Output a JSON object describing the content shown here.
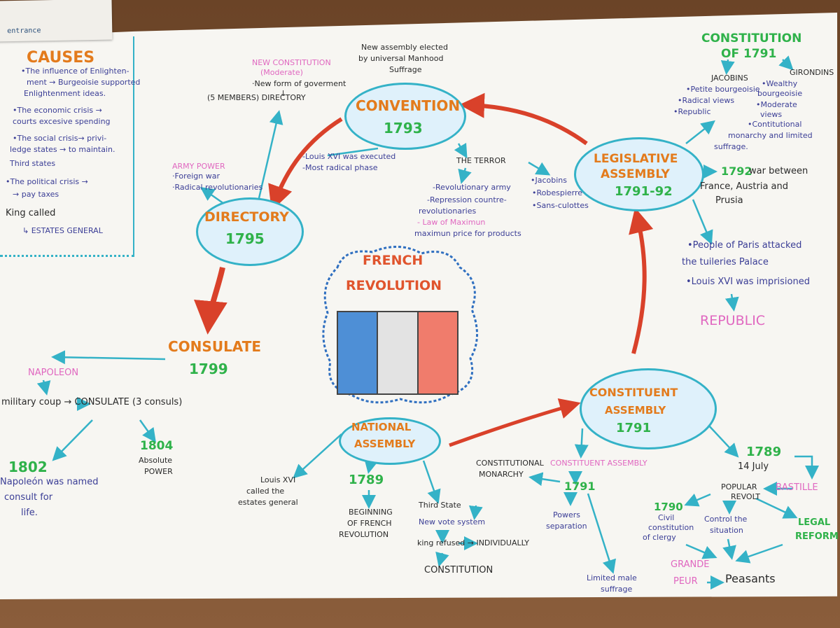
{
  "scrap": {
    "text": "entrance"
  },
  "causes": {
    "title": "CAUSES",
    "lines": [
      "•The influence of Enlighten-",
      "ment → Burgeoisie supported",
      "Enlightenment ideas.",
      "•The economic crisis →",
      "courts excesive spending",
      "•The social crisis→ privi-",
      "ledge states → to maintain.",
      "Third states",
      "•The political crisis →",
      "→ pay taxes",
      "King called",
      "↳ ESTATES GENERAL"
    ]
  },
  "center": {
    "title1": "FRENCH",
    "title2": "REVOLUTION"
  },
  "flag": {
    "colors": [
      "#4e8fd6",
      "#e3e3e3",
      "#f07c6c"
    ]
  },
  "convention": {
    "title": "CONVENTION",
    "year": "1793",
    "note": [
      "New assembly elected",
      "by universal Manhood",
      "Suffrage"
    ],
    "facts": [
      "-Louis XVI was executed",
      "-Most radical phase"
    ],
    "terror": "THE TERROR",
    "terror_items": [
      "-Revolutionary army",
      "-Repression countre-",
      "revolutionaries",
      "- Law of Maximun",
      "maximun price for products"
    ],
    "groups": [
      "•Jacobins",
      "•Robespierre",
      "•Sans-culottes"
    ]
  },
  "directory": {
    "title": "DIRECTORY",
    "year": "1795",
    "constitution": [
      "NEW CONSTITUTION",
      "(Moderate)"
    ],
    "gov": [
      "·New form of goverment",
      "↓"
    ],
    "members": "(5 MEMBERS) DIRECTORY",
    "army": [
      "ARMY POWER",
      "·Foreign war",
      "·Radical revolutionaries"
    ]
  },
  "consulate": {
    "title": "CONSULATE",
    "year": "1799",
    "napoleon": "NAPOLEON",
    "coup": "military coup → CONSULATE (3 consuls)",
    "y1804": "1804",
    "absolute": [
      "Absolute",
      "POWER"
    ],
    "y1802": "1802",
    "named": [
      "Napoleón was named",
      "consult for",
      "life."
    ]
  },
  "legislative": {
    "title1": "LEGISLATIVE",
    "title2": "ASSEMBLY",
    "year": "1791-92",
    "constitution1": "CONSTITUTION",
    "constitution2": "OF 1791",
    "jacobins": "JACOBINS",
    "girondins": "GIRONDINS",
    "jac_items": [
      "•Petite bourgeoisie",
      "•Radical views",
      "•Republic"
    ],
    "gir_items": [
      "•Wealthy",
      "bourgeoisie",
      "•Moderate",
      "views",
      "•Contitutional",
      "monarchy and limited",
      "suffrage."
    ],
    "war_year": "1792",
    "war": [
      "war between",
      "France, Austria and",
      "Prusia"
    ],
    "people": [
      "•People of Paris attacked",
      "the tuileries Palace",
      "•Louis XVI was imprisioned"
    ],
    "republic": "REPUBLIC"
  },
  "national": {
    "title1": "NATIONAL",
    "title2": "ASSEMBLY",
    "year": "1789",
    "louis": [
      "Louis XVI",
      "called the",
      "estates general"
    ],
    "beginning": [
      "BEGINNING",
      "OF FRENCH",
      "REVOLUTION"
    ],
    "third": [
      "Third State",
      "New vote system",
      "king refused → INDIVIDUALLY"
    ],
    "constitution": "CONSTITUTION"
  },
  "constituent": {
    "title1": "CONSTITUENT",
    "title2": "ASSEMBLY",
    "year": "1791",
    "label": "CONSTITUENT ASSEMBLY",
    "monarchy": [
      "CONSTITUTIONAL",
      "MONARCHY"
    ],
    "y1791": "1791",
    "powers": [
      "Powers",
      "separation"
    ],
    "suffrage": [
      "Limited male",
      "suffrage"
    ],
    "y1789": "1789",
    "july": "14 July",
    "revolt": [
      "POPULAR",
      "REVOLT"
    ],
    "bastille": "BASTILLE",
    "y1790": "1790",
    "clergy": [
      "Civil",
      "constitution",
      "of clergy"
    ],
    "control": [
      "Control the",
      "situation"
    ],
    "legal": [
      "LEGAL",
      "REFORM"
    ],
    "grande": [
      "GRANDE",
      "PEUR"
    ],
    "peasants": "Peasants"
  }
}
